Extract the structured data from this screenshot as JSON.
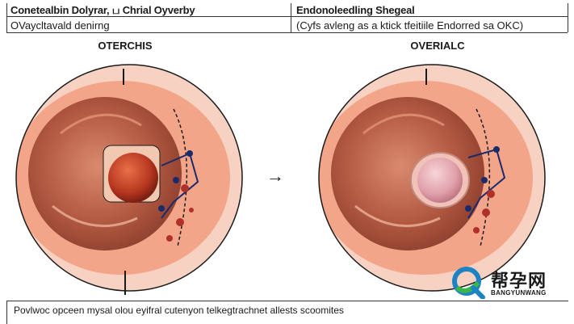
{
  "header": {
    "left_title": "Conetealbin Dolyrar, ப Chrial Oyverby",
    "left_subtitle": "OVaycltavald denirng",
    "right_title": "Endonoleedling Shegeal",
    "right_subtitle": "(Cyfs avleng as a ktick tfeitiile Endorred sa OKC)"
  },
  "panels": {
    "left_label": "OTERCHIS",
    "right_label": "OVERIALC"
  },
  "arrow": "→",
  "caption": "Povlwoc opceen mysal olou eyifral cutenyon telkegtrachnet allests scoomites",
  "logo": {
    "chinese": "帮孕网",
    "english": "BANGYUNWANG",
    "name": "q-logo-icon"
  },
  "colors": {
    "outer_tissue": "#f2a588",
    "outer_ring": "#e8806a",
    "inner_cavity": "#c86a52",
    "cavity_dark": "#a4503d",
    "cyst_left": "#c9452b",
    "cyst_right": "#e8a8b0",
    "vessel_dark": "#1b2a6b",
    "vessel_red": "#b0302a",
    "logo_green": "#3cb54a",
    "logo_blue": "#1d83c4"
  }
}
